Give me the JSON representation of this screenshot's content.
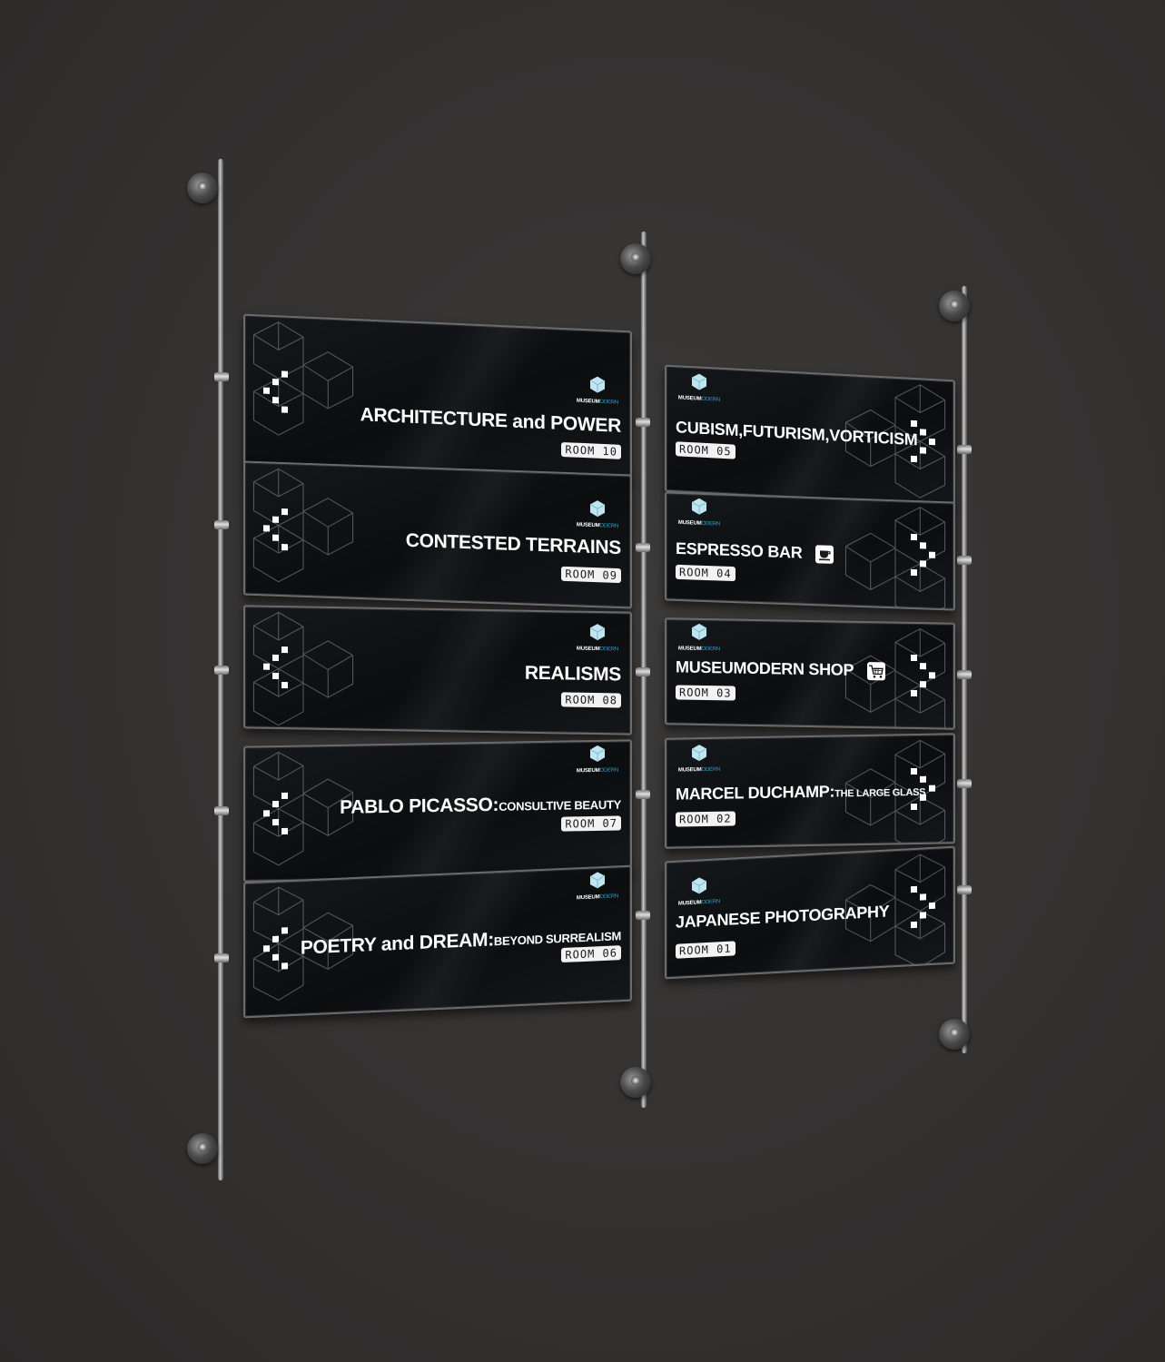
{
  "brand": {
    "logo_bold": "MUSEUM",
    "logo_light": "ODERN",
    "accent_color": "#2aa6c9"
  },
  "left_column": [
    {
      "title": "ARCHITECTURE and POWER",
      "subtitle": "",
      "room": "ROOM 10",
      "direction": "left"
    },
    {
      "title": "CONTESTED TERRAINS",
      "subtitle": "",
      "room": "ROOM 09",
      "direction": "left"
    },
    {
      "title": "REALISMS",
      "subtitle": "",
      "room": "ROOM 08",
      "direction": "left"
    },
    {
      "title": "PABLO PICASSO:",
      "subtitle": "CONSULTIVE BEAUTY",
      "room": "ROOM 07",
      "direction": "left"
    },
    {
      "title": "POETRY and DREAM:",
      "subtitle": "BEYOND SURREALISM",
      "room": "ROOM 06",
      "direction": "left"
    }
  ],
  "right_column": [
    {
      "title": "CUBISM,FUTURISM,VORTICISM",
      "subtitle": "",
      "room": "ROOM 05",
      "direction": "right",
      "icon": ""
    },
    {
      "title": "ESPRESSO BAR",
      "subtitle": "",
      "room": "ROOM 04",
      "direction": "right",
      "icon": "coffee-cup-icon"
    },
    {
      "title": "MUSEUMODERN SHOP",
      "subtitle": "",
      "room": "ROOM 03",
      "direction": "right",
      "icon": "shopping-cart-icon"
    },
    {
      "title": "MARCEL DUCHAMP:",
      "subtitle": "THE LARGE GLASS",
      "room": "ROOM 02",
      "direction": "right",
      "icon": ""
    },
    {
      "title": "JAPANESE PHOTOGRAPHY",
      "subtitle": "",
      "room": "ROOM 01",
      "direction": "right",
      "icon": ""
    }
  ]
}
